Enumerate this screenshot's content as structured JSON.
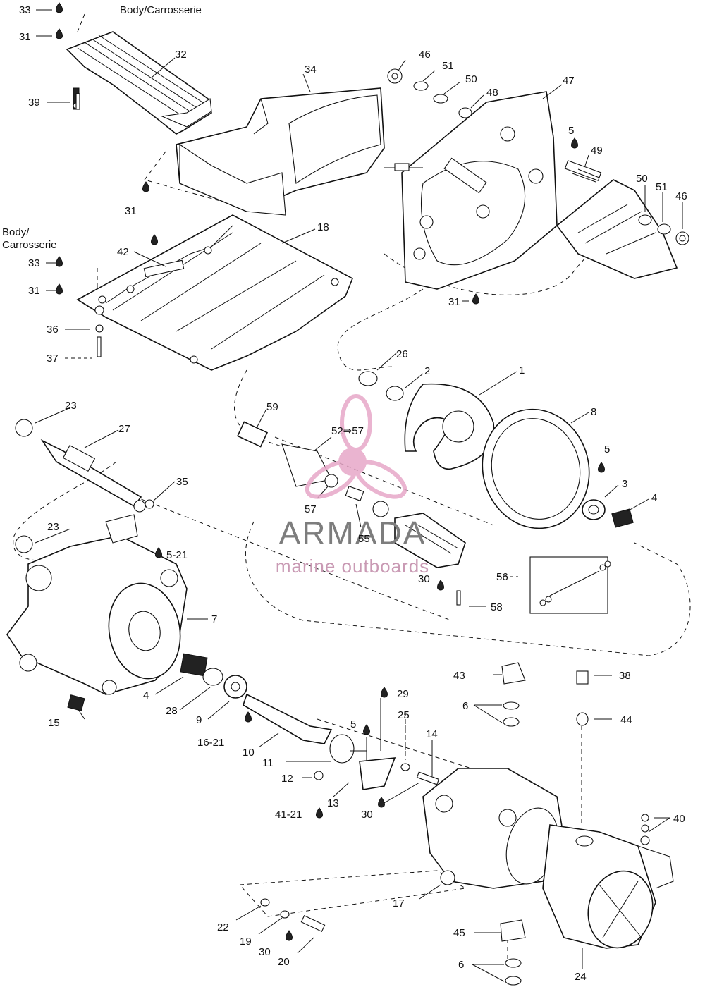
{
  "diagram": {
    "body_labels": [
      "Body/Carrosserie",
      "Body/",
      "Carrosserie"
    ],
    "callouts": {
      "c1": "1",
      "c2": "2",
      "c3": "3",
      "c4a": "4",
      "c4b": "4",
      "c5a": "5",
      "c5b": "5",
      "c5c": "5",
      "c5_21": "5-21",
      "c6a": "6",
      "c6b": "6",
      "c7": "7",
      "c8": "8",
      "c9": "9",
      "c10": "10",
      "c11": "11",
      "c12": "12",
      "c13": "13",
      "c14": "14",
      "c15": "15",
      "c16_21": "16-21",
      "c17": "17",
      "c18": "18",
      "c19": "19",
      "c20": "20",
      "c22": "22",
      "c23a": "23",
      "c23b": "23",
      "c24": "24",
      "c25": "25",
      "c26": "26",
      "c27": "27",
      "c28": "28",
      "c29": "29",
      "c30a": "30",
      "c30b": "30",
      "c30c": "30",
      "c31a": "31",
      "c31b": "31",
      "c31c": "31",
      "c31d": "31",
      "c32": "32",
      "c33a": "33",
      "c33b": "33",
      "c34": "34",
      "c35": "35",
      "c36": "36",
      "c37": "37",
      "c38": "38",
      "c39": "39",
      "c40": "40",
      "c41_21": "41-21",
      "c42": "42",
      "c43": "43",
      "c44": "44",
      "c45": "45",
      "c46a": "46",
      "c46b": "46",
      "c47": "47",
      "c48": "48",
      "c49": "49",
      "c50a": "50",
      "c50b": "50",
      "c51a": "51",
      "c51b": "51",
      "c52_57": "52⇒57",
      "c55": "55",
      "c56": "56",
      "c57": "57",
      "c58": "58",
      "c59": "59"
    }
  },
  "watermark": {
    "brand": "ARMADA",
    "tagline": "marine outboards"
  },
  "colors": {
    "ink": "#111111",
    "watermark_gray": "#7d7d7d",
    "watermark_pink": "#e7a8c8"
  }
}
